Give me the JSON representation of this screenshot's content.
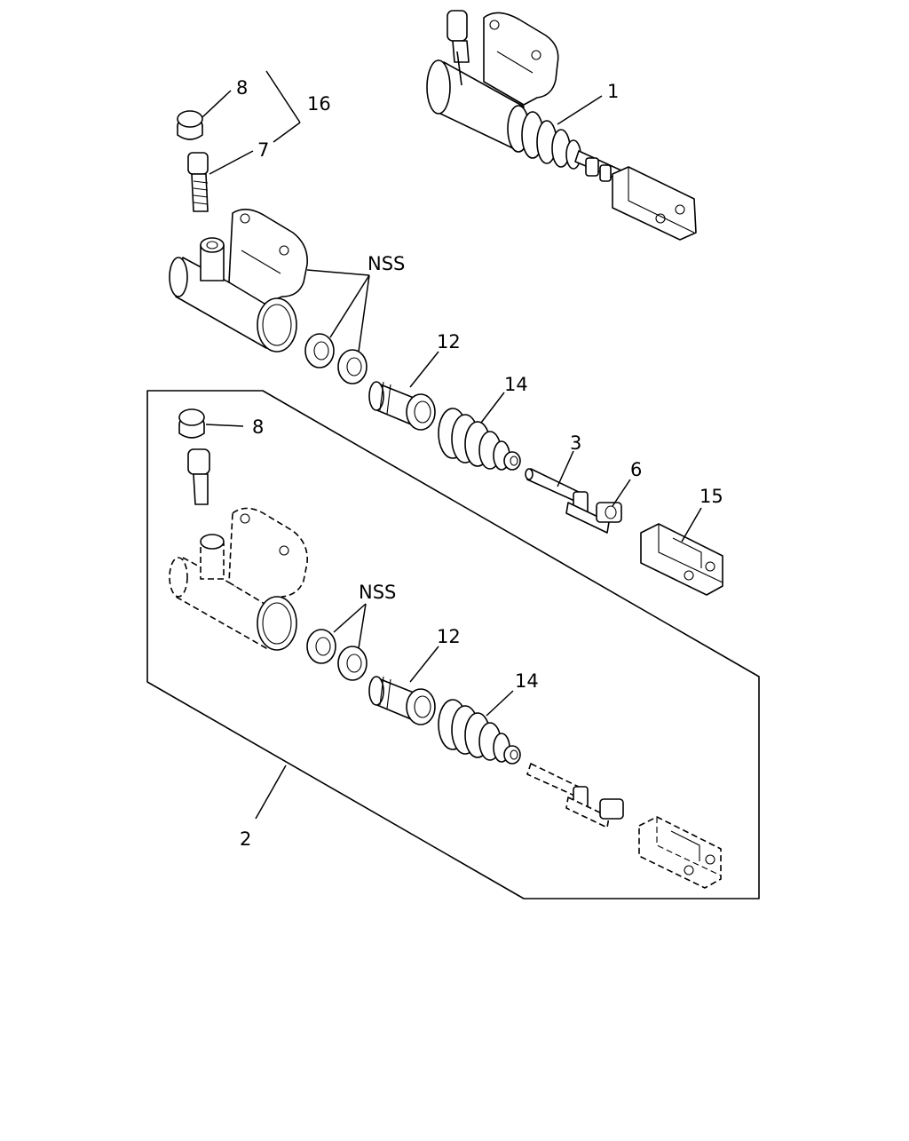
{
  "labels": {
    "p1": "1",
    "p8_top": "8",
    "p16": "16",
    "p7": "7",
    "nss_top": "NSS",
    "p12_top": "12",
    "p14_top": "14",
    "p3": "3",
    "p6": "6",
    "p15": "15",
    "p8_kit": "8",
    "nss_kit": "NSS",
    "p12_kit": "12",
    "p14_kit": "14",
    "p2": "2"
  }
}
